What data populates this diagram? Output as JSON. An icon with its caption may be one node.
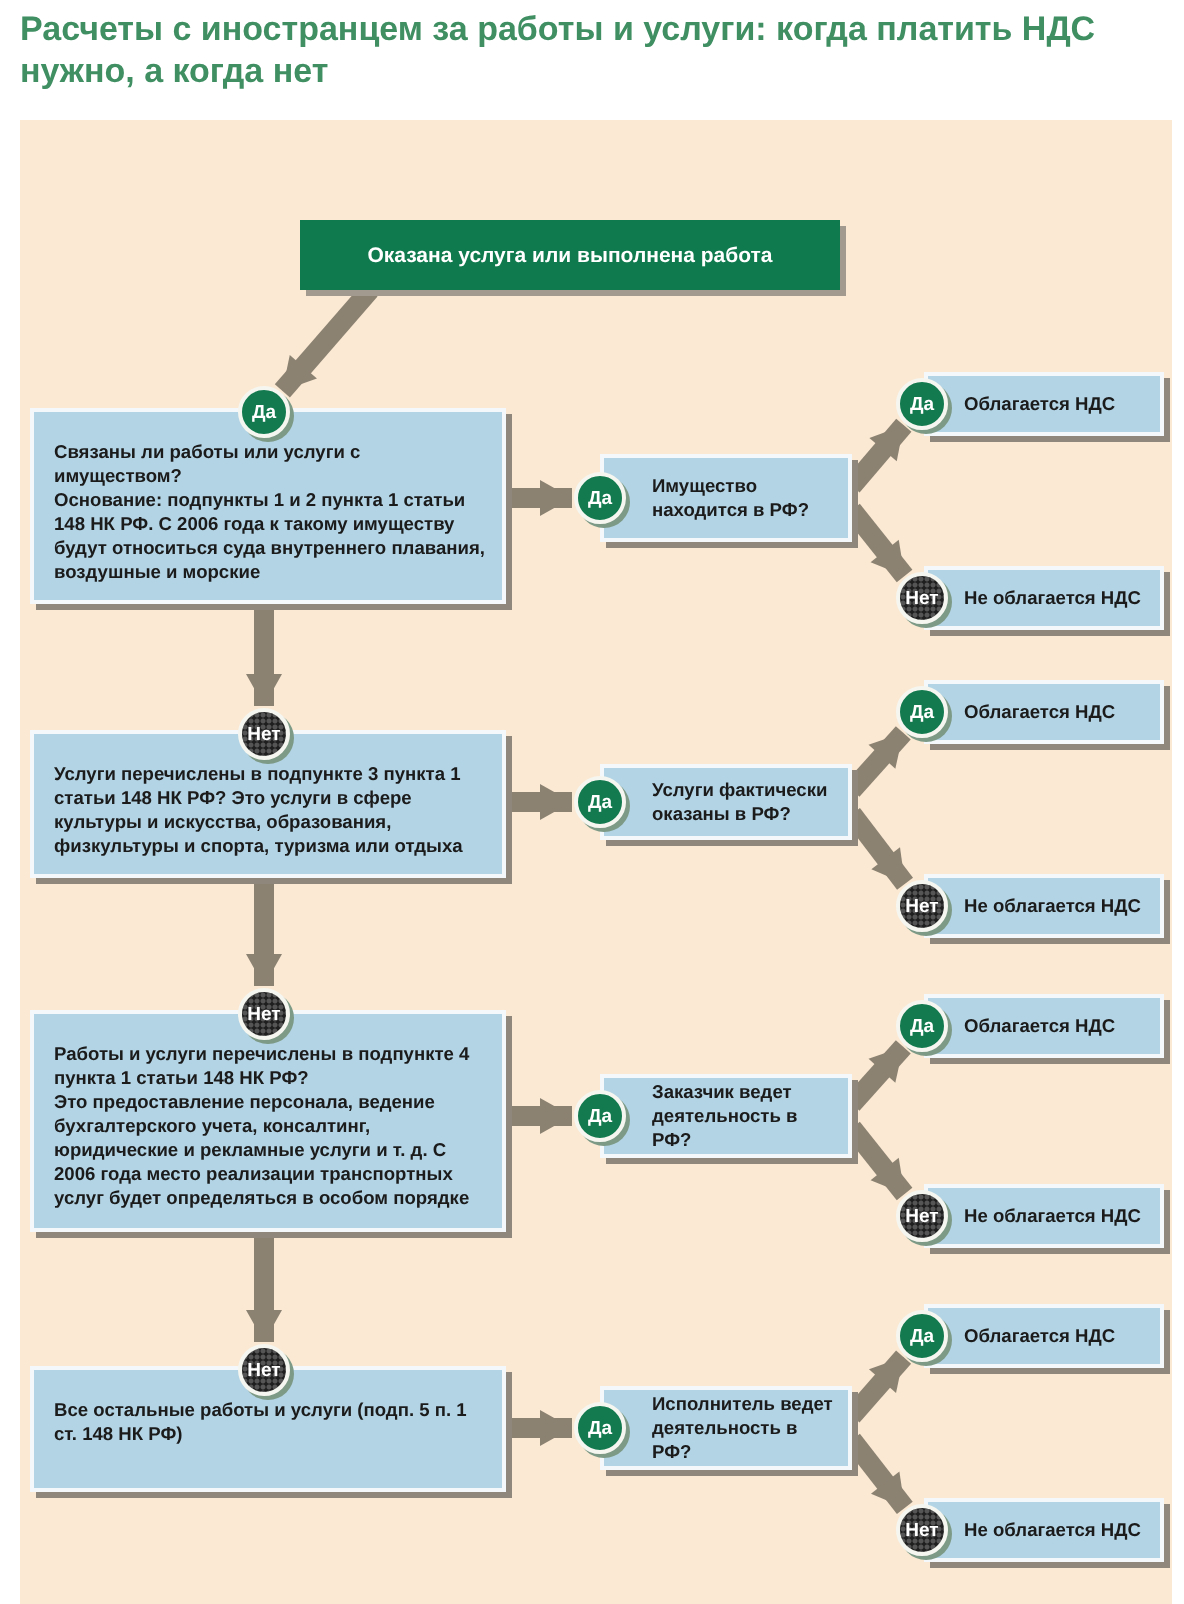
{
  "diagram": {
    "title": "Расчеты с иностранцем за работы и услуги: когда платить НДС нужно, а когда нет",
    "nodes": [
      {
        "text": [
          "Оказана услуга или выполнена работа"
        ]
      },
      {
        "text": [
          "Да"
        ]
      },
      {
        "text": [
          "Связаны ли работы или услуги с имуществом?",
          "Основание: подпункты 1 и 2 пункта 1 статьи 148 НК РФ. С 2006 года к такому имуществу будут относиться суда внутреннего плавания, воздушные и морские"
        ]
      },
      {
        "text": [
          "Да"
        ]
      },
      {
        "text": [
          "Имущество находится в РФ?"
        ]
      },
      {
        "text": [
          "Да"
        ]
      },
      {
        "text": [
          "Облагается НДС"
        ]
      },
      {
        "text": [
          "Нет"
        ]
      },
      {
        "text": [
          "Не облагается НДС"
        ]
      },
      {
        "text": [
          "Нет"
        ]
      },
      {
        "text": [
          "Услуги перечислены в подпункте 3 пункта 1 статьи 148 НК РФ? Это услуги в сфере культуры и искусства, образования, физкультуры и спорта, туризма или отдыха"
        ]
      },
      {
        "text": [
          "Да"
        ]
      },
      {
        "text": [
          "Услуги фактически оказаны в РФ?"
        ]
      },
      {
        "text": [
          "Да"
        ]
      },
      {
        "text": [
          "Облагается НДС"
        ]
      },
      {
        "text": [
          "Нет"
        ]
      },
      {
        "text": [
          "Не облагается НДС"
        ]
      },
      {
        "text": [
          "Нет"
        ]
      },
      {
        "text": [
          "Работы и услуги перечислены в подпункте 4 пункта 1 статьи 148 НК РФ?",
          "Это предоставление персонала, ведение бухгалтерского учета, консалтинг, юридические и рекламные услуги и т. д. С 2006 года место реализации транспортных услуг будет определяться в особом порядке"
        ]
      },
      {
        "text": [
          "Да"
        ]
      },
      {
        "text": [
          "Заказчик ведет деятельность в РФ?"
        ]
      },
      {
        "text": [
          "Да"
        ]
      },
      {
        "text": [
          "Облагается НДС"
        ]
      },
      {
        "text": [
          "Нет"
        ]
      },
      {
        "text": [
          "Не облагается НДС"
        ]
      },
      {
        "text": [
          "Нет"
        ]
      },
      {
        "text": [
          "Все остальные работы и услуги (подп. 5 п. 1 ст. 148 НК РФ)"
        ]
      },
      {
        "text": [
          "Да"
        ]
      },
      {
        "text": [
          "Исполнитель ведет деятельность в РФ?"
        ]
      },
      {
        "text": [
          "Да"
        ]
      },
      {
        "text": [
          "Облагается НДС"
        ]
      },
      {
        "text": [
          "Нет"
        ]
      },
      {
        "text": [
          "Не облагается НДС"
        ]
      }
    ],
    "edges": [
      {
        "from": 0,
        "to": 1,
        "arrow": "to"
      },
      {
        "from": 2,
        "to": 3,
        "arrow": "to"
      },
      {
        "from": 4,
        "to": 5,
        "arrow": "to"
      },
      {
        "from": 4,
        "to": 7,
        "arrow": "to"
      },
      {
        "from": 2,
        "to": 9,
        "arrow": "to"
      },
      {
        "from": 10,
        "to": 11,
        "arrow": "to"
      },
      {
        "from": 12,
        "to": 13,
        "arrow": "to"
      },
      {
        "from": 12,
        "to": 15,
        "arrow": "to"
      },
      {
        "from": 10,
        "to": 17,
        "arrow": "to"
      },
      {
        "from": 18,
        "to": 19,
        "arrow": "to"
      },
      {
        "from": 20,
        "to": 21,
        "arrow": "to"
      },
      {
        "from": 20,
        "to": 23,
        "arrow": "to"
      },
      {
        "from": 18,
        "to": 25,
        "arrow": "to"
      },
      {
        "from": 26,
        "to": 27,
        "arrow": "to"
      },
      {
        "from": 28,
        "to": 29,
        "arrow": "to"
      },
      {
        "from": 28,
        "to": 31,
        "arrow": "to"
      }
    ]
  }
}
